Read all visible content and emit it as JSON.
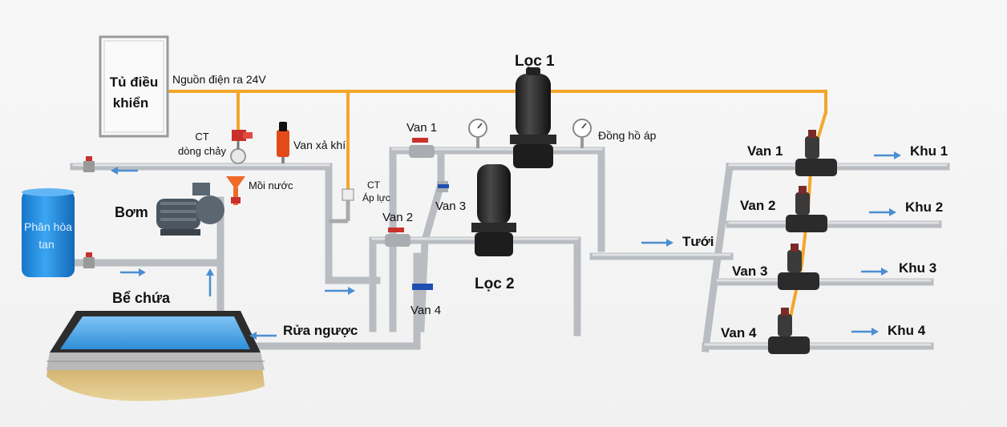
{
  "labels": {
    "control_box": [
      "Tủ điều",
      "khiển"
    ],
    "power_out": "Nguồn điện ra 24V",
    "flow_sensor": [
      "CT",
      "dòng chảy"
    ],
    "air_valve": "Van xả khí",
    "pressure_sensor": [
      "CT",
      "Áp lực"
    ],
    "priming": "Mồi nước",
    "pump": "Bơm",
    "fertilizer_tank": [
      "Phân hòa",
      "tan"
    ],
    "reservoir": "Bể chứa",
    "backwash": "Rửa ngược",
    "filter1": "Lọc 1",
    "filter2": "Lọc 2",
    "gauge": "Đồng hồ áp",
    "van1": "Van 1",
    "van2": "Van 2",
    "van3": "Van 3",
    "van4": "Van 4",
    "irrigate": "Tưới",
    "zone_valves": [
      "Van 1",
      "Van 2",
      "Van 3",
      "Van 4"
    ],
    "zones": [
      "Khu 1",
      "Khu 2",
      "Khu 3",
      "Khu 4"
    ]
  },
  "colors": {
    "pipe": "#b9bcc0",
    "wire": "#f4a62a",
    "arrow": "#4b8ed2",
    "tank": "#1e8fe0",
    "red_valve": "#c9302c",
    "blue_valve": "#1f4fb0"
  }
}
